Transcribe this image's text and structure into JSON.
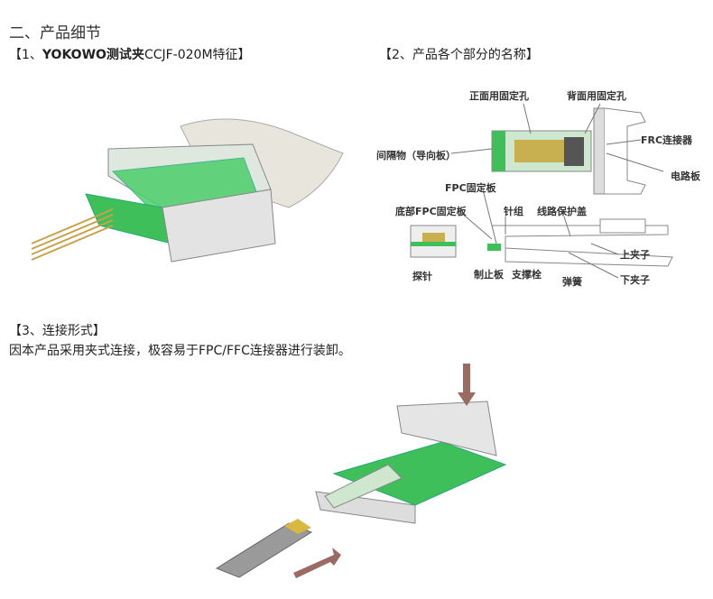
{
  "section_title": "二、产品细节",
  "feature_heading": {
    "bracket_open": "【1、",
    "brand": "YOKOWO测试夹",
    "model": "CCJF-020M特征",
    "bracket_close": "】"
  },
  "parts_heading": "【2、产品各个部分的名称】",
  "part_labels": {
    "front_hole": "正面用固定孔",
    "back_hole": "背面用固定孔",
    "frc": "FRC连接器",
    "spacer": "间隔物（导向板）",
    "pcb": "电路板",
    "fpc_plate": "FPC固定板",
    "bottom_fpc_plate": "底部FPC固定板",
    "pin_group": "针组",
    "cover": "线路保护盖",
    "upper_clip": "上夹子",
    "probe": "探针",
    "stopper": "制止板",
    "support": "支撑栓",
    "spring": "弹簧",
    "lower_clip": "下夹子"
  },
  "connection_heading": "【3、连接形式】",
  "connection_text": "因本产品采用夹式连接，极容易于FPC/FFC连接器进行装卸。",
  "colors": {
    "green": "#3fbf5a",
    "arrow": "#8a5a55",
    "line": "#777777"
  }
}
